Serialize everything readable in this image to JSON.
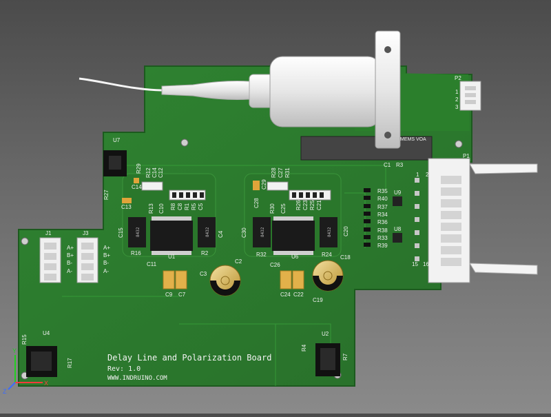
{
  "board": {
    "title": "Delay Line and Polarization Board",
    "rev": "Rev: 1.0",
    "url": "WWW.INDRUINO.COM",
    "mems_label": "MEMS VOA",
    "colors": {
      "pcb": "#2c7a2c",
      "pcb_dark": "#1f5d22",
      "background": "#5c5c5c",
      "silk": "#f2f2f2",
      "metal": "#e8e8e8",
      "cap_gold": "#d9b25a"
    }
  },
  "labels": {
    "U7": "U7",
    "R29": "R29",
    "R27": "R27",
    "C14": "C14",
    "C13": "C13",
    "R12": "R12",
    "C11_top": "C14",
    "C12": "C12",
    "R13": "R13",
    "C10": "C10",
    "R8": "R8",
    "C8": "C8",
    "R1": "R1",
    "R5": "R5",
    "C5": "C5",
    "C15": "C15",
    "R16": "R16",
    "U1": "U1",
    "R2": "R2",
    "C4": "C4",
    "C11": "C11",
    "C2": "C2",
    "C3": "C3",
    "C9": "C9",
    "C7": "C7",
    "C28": "C28",
    "C29": "C29",
    "R28": "R28",
    "C27": "C27",
    "R31": "R31",
    "R30": "R30",
    "C25": "C25",
    "R26": "R26",
    "C23": "C23",
    "R25": "R25",
    "C21": "C21",
    "C30": "C30",
    "R32": "R32",
    "U6": "U6",
    "R24": "R24",
    "C20": "C20",
    "C26": "C26",
    "C24": "C24",
    "C22": "C22",
    "C18": "C18",
    "C19": "C19",
    "J1": "J1",
    "J3": "J3",
    "A_plus": "A+",
    "B_plus": "B+",
    "B_minus": "B-",
    "A_minus": "A-",
    "C1": "C1",
    "R3": "R3",
    "R35": "R35",
    "R40": "R40",
    "R37": "R37",
    "R34": "R34",
    "R36": "R36",
    "R38": "R38",
    "R33": "R33",
    "R39": "R39",
    "U9": "U9",
    "U8": "U8",
    "P1": "P1",
    "P2": "P2",
    "pin1": "1",
    "pin2": "2",
    "pin15": "15",
    "pin16": "16",
    "p2_1": "1",
    "p2_2": "2",
    "p2_3": "3",
    "U4": "U4",
    "R15": "R15",
    "R17": "R17",
    "U2": "U2",
    "R4": "R4",
    "R7": "R7",
    "chip_mark": "8432"
  },
  "axes": {
    "x": "X",
    "y": "Y",
    "z": "Z"
  }
}
